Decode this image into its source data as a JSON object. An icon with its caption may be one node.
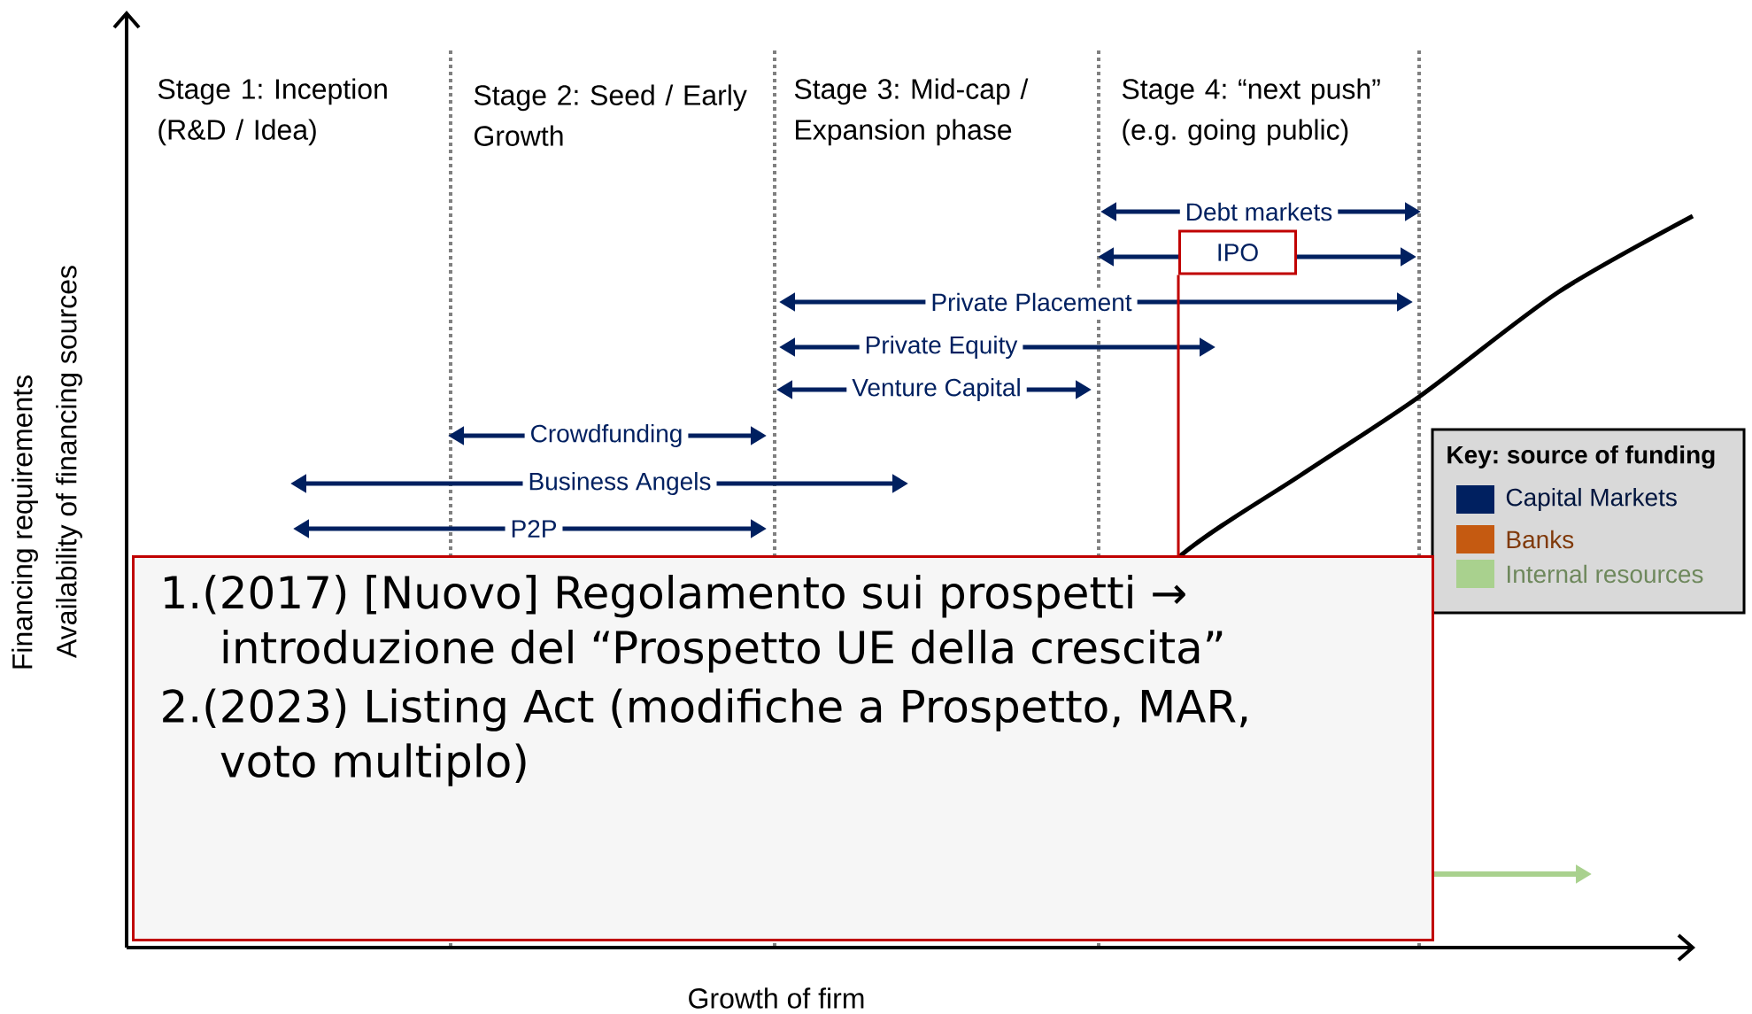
{
  "diagram": {
    "nodes": [
      {
        "text": [
          "IPO"
        ]
      },
      {
        "text": [
          "1.(2017) [Nuovo] Regolamento sui prospetti → introduzione del “Prospetto UE della crescita”",
          "2.(2023) Listing Act (modifiche a Prospetto, MAR, voto multiplo)"
        ]
      }
    ],
    "edges": [
      {
        "from": 0,
        "to": 1,
        "arrow": "none",
        "color": "#c00000"
      }
    ],
    "labels": [
      "Stage 1: Inception (R&D / Idea)",
      "Stage 2: Seed / Early Growth",
      "Stage 3: Mid-cap / Expansion phase",
      "Stage 4: “next push” (e.g. going public)",
      "Debt markets",
      "Private Placement",
      "Private Equity",
      "Venture Capital",
      "Crowdfunding",
      "Business Angels",
      "P2P",
      "Key: source of funding",
      "Financing requirements",
      "Availability of financing sources",
      "Growth of firm"
    ],
    "legend": [
      {
        "text": "Capital Markets",
        "color": "#002060"
      },
      {
        "text": "Banks",
        "color": "#c55a11"
      },
      {
        "text": "Internal resources",
        "color": "#a9d18e"
      }
    ]
  }
}
